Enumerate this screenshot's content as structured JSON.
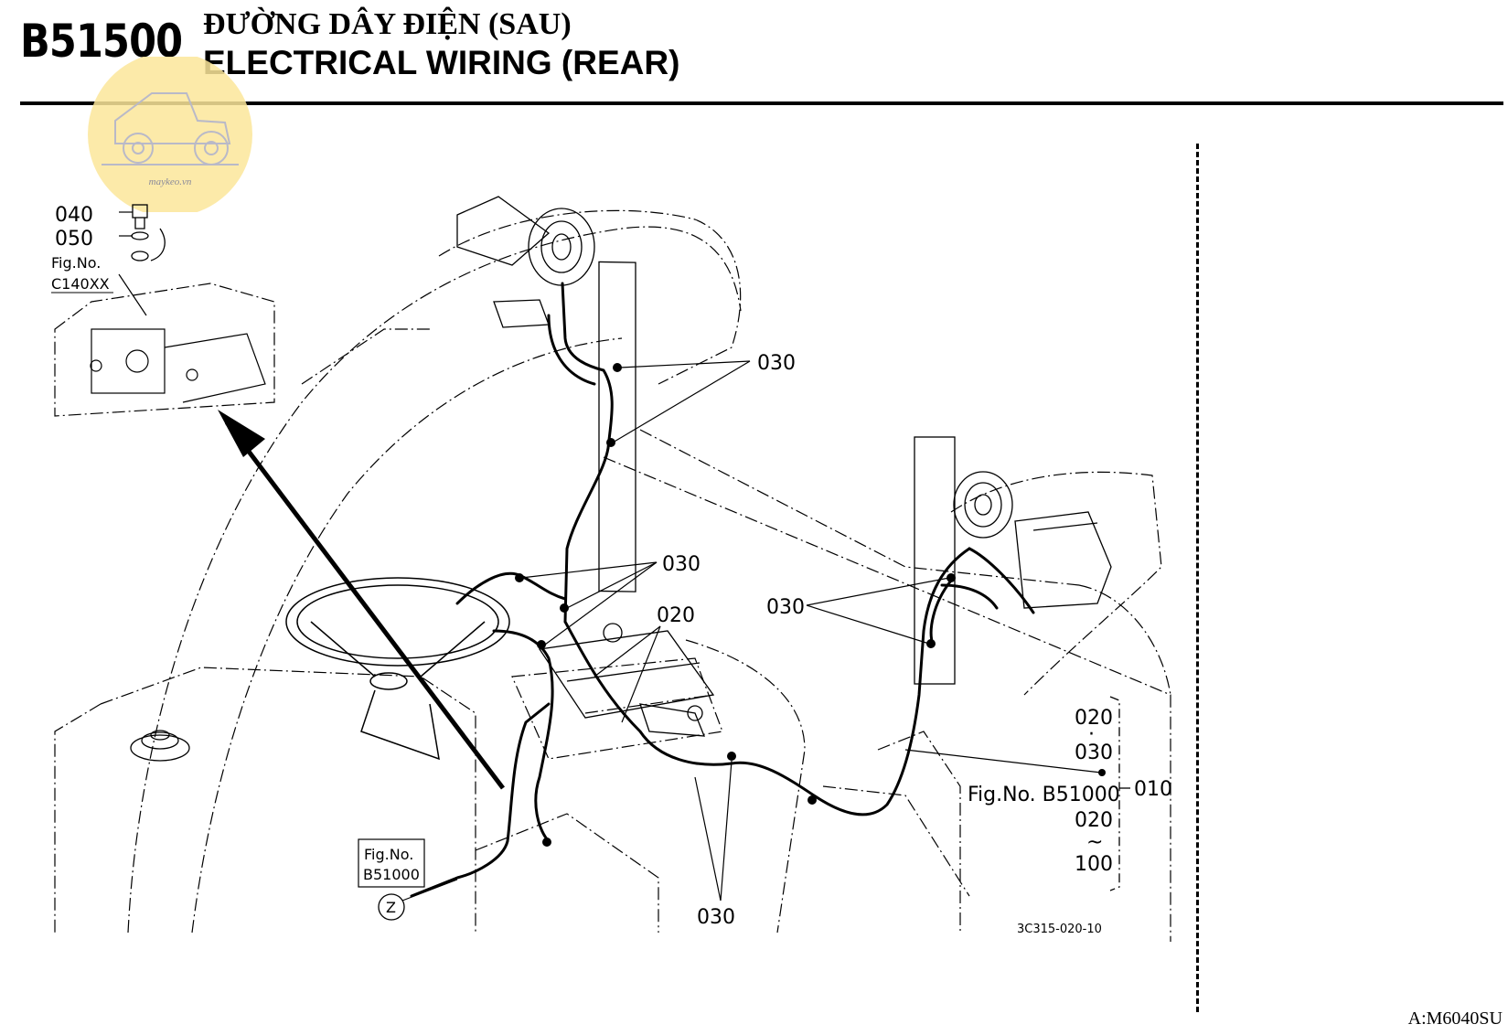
{
  "header": {
    "code": "B51500",
    "title_vi": "ĐƯỜNG DÂY ĐIỆN (SAU)",
    "title_en": "ELECTRICAL WIRING (REAR)"
  },
  "watermark": {
    "text": "maykeo.vn",
    "color": "#fbe69a"
  },
  "callouts": {
    "c040": "040",
    "c050": "050",
    "fig_c140_label": "Fig.No.",
    "fig_c140_num": "C140XX",
    "c030_top": "030",
    "c030_mid": "030",
    "c020_mid": "020",
    "c030_right": "030",
    "c030_bottom": "030",
    "fig_b51000_box_label": "Fig.No.",
    "fig_b51000_box_num": "B51000",
    "z_marker": "Z",
    "drawing_id": "3C315-020-10"
  },
  "bracket_list": {
    "item1": "020",
    "dot": "·",
    "item2": "030",
    "fig_ref": "Fig.No. B51000",
    "item3": "020",
    "tilde": "~",
    "item4": "100",
    "group": "010"
  },
  "footer": {
    "model_ref": "A:M6040SU"
  }
}
